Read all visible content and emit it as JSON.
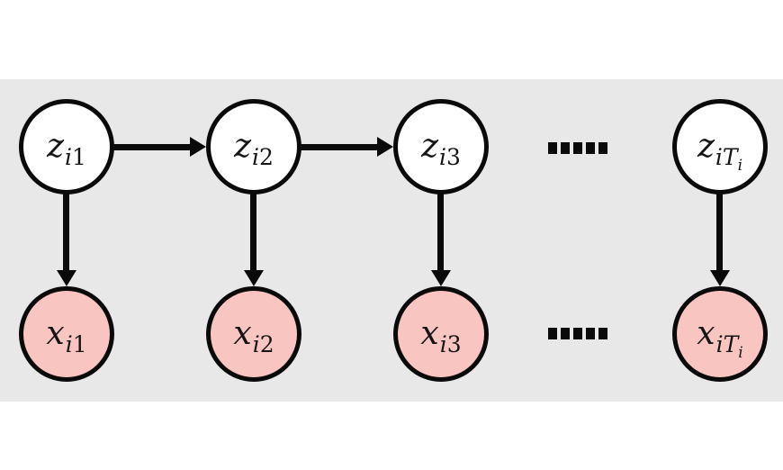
{
  "figure": {
    "description": "Hidden Markov model graphical diagram: hidden state chain z over observations x",
    "colors": {
      "page_background": "#ffffff",
      "panel_background": "#e8e8e8",
      "hidden_node_fill": "#ffffff",
      "observed_node_fill": "#f9c5c1",
      "stroke": "#0a0a0a"
    }
  },
  "nodes": [
    {
      "id": "z_i1",
      "main": "z",
      "sub": "i",
      "sub2": "1",
      "sub3": "",
      "type": "hidden"
    },
    {
      "id": "z_i2",
      "main": "z",
      "sub": "i",
      "sub2": "2",
      "sub3": "",
      "type": "hidden"
    },
    {
      "id": "z_i3",
      "main": "z",
      "sub": "i",
      "sub2": "3",
      "sub3": "",
      "type": "hidden"
    },
    {
      "id": "z_iTi",
      "main": "z",
      "sub": "i",
      "sub2": "T",
      "sub3": "i",
      "type": "hidden"
    },
    {
      "id": "x_i1",
      "main": "x",
      "sub": "i",
      "sub2": "1",
      "sub3": "",
      "type": "observed"
    },
    {
      "id": "x_i2",
      "main": "x",
      "sub": "i",
      "sub2": "2",
      "sub3": "",
      "type": "observed"
    },
    {
      "id": "x_i3",
      "main": "x",
      "sub": "i",
      "sub2": "3",
      "sub3": "",
      "type": "observed"
    },
    {
      "id": "x_iTi",
      "main": "x",
      "sub": "i",
      "sub2": "T",
      "sub3": "i",
      "type": "observed"
    }
  ],
  "edges": [
    {
      "from": "z_i1",
      "to": "z_i2",
      "direction": "right"
    },
    {
      "from": "z_i2",
      "to": "z_i3",
      "direction": "right"
    },
    {
      "from": "z_i1",
      "to": "x_i1",
      "direction": "down"
    },
    {
      "from": "z_i2",
      "to": "x_i2",
      "direction": "down"
    },
    {
      "from": "z_i3",
      "to": "x_i3",
      "direction": "down"
    },
    {
      "from": "z_iTi",
      "to": "x_iTi",
      "direction": "down"
    }
  ],
  "ellipsis": {
    "top_row": ".....",
    "bottom_row": ".....",
    "dot_count": 5
  }
}
